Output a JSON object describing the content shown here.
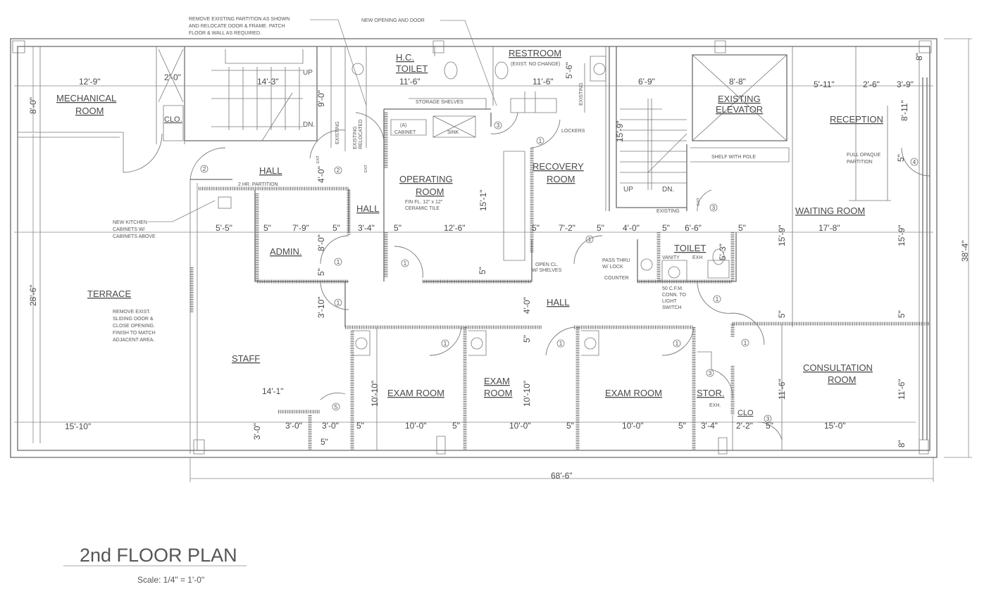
{
  "title": "2nd FLOOR PLAN",
  "scale": "Scale: 1/4\" = 1'-0\"",
  "rooms": {
    "mechanical_1": "MECHANICAL",
    "mechanical_2": "ROOM",
    "clo": "CLO.",
    "hall_1": "HALL",
    "hall_2": "HALL",
    "hall_3": "HALL",
    "hc_toilet_1": "H.C.",
    "hc_toilet_2": "TOILET",
    "restroom": "RESTROOM",
    "operating_1": "OPERATING",
    "operating_2": "ROOM",
    "recovery_1": "RECOVERY",
    "recovery_2": "ROOM",
    "elevator_1": "EXISTING",
    "elevator_2": "ELEVATOR",
    "reception": "RECEPTION",
    "waiting": "WAITING ROOM",
    "admin": "ADMIN.",
    "toilet": "TOILET",
    "terrace": "TERRACE",
    "staff": "STAFF",
    "exam_1": "EXAM ROOM",
    "exam_2a": "EXAM",
    "exam_2b": "ROOM",
    "exam_3": "EXAM ROOM",
    "stor": "STOR.",
    "clo_2": "CLO",
    "consultation_1": "CONSULTATION",
    "consultation_2": "ROOM"
  },
  "notes": {
    "remove_partition": [
      "REMOVE EXISTING PARTITION AS SHOWN",
      "AND RELOCATE DOOR & FRAME. PATCH",
      "FLOOR & WALL AS REQUIRED."
    ],
    "new_opening": "NEW OPENING AND DOOR",
    "restroom_exist": "(EXIST. NO CHANGE)",
    "kitchen": [
      "NEW KITCHEN",
      "CABINETS W/",
      "CABINETS ABOVE"
    ],
    "sliding_door": [
      "REMOVE EXIST.",
      "SLIDING DOOR &",
      "CLOSE OPENING.",
      "FINISH TO MATCH",
      "ADJACENT AREA."
    ],
    "floor_finish": [
      "FIN FL. 12\" x 12\"",
      "CERAMIC TILE"
    ],
    "storage_shelves": "STORAGE SHELVES",
    "cabinet_tag": "(A)",
    "cabinet": "CABINET",
    "sink": "SINK",
    "lockers": "LOCKERS",
    "shelf_pole": "SHELF WITH POLE",
    "opaque_partition": [
      "FULL OPAQUE",
      "PARTITION"
    ],
    "open_closet": [
      "OPEN CL.",
      "W/ SHELVES"
    ],
    "pass_thru": [
      "PASS THRU",
      "W/ LOCK"
    ],
    "counter": "COUNTER",
    "vanity": "VANITY",
    "exh": "EXH",
    "exh_2": "EXH.",
    "fan": [
      "50 C.F.M.",
      "CONN. TO",
      "LIGHT",
      "SWITCH"
    ],
    "existing": "EXISTING",
    "existing_relocated": [
      "EXISTING",
      "RELOCATED"
    ],
    "two_hr": "2 HR. PARTITION",
    "up": "UP",
    "dn": "DN.",
    "exit": "EXIT"
  },
  "dims": [
    "12'-9\"",
    "8'-0\"",
    "2'-0\"",
    "14'-3\"",
    "9'-0\"",
    "11'-6\"",
    "11'-6\"",
    "5'-6\"",
    "6'-9\"",
    "8'-8\"",
    "5'-11\"",
    "2'-6\"",
    "3'-9\"",
    "8\"",
    "8'-11\"",
    "15'-9\"",
    "15'-1\"",
    "4'-0\"",
    "5\"",
    "5'-5\"",
    "5\"",
    "7'-9\"",
    "5\"",
    "3'-4\"",
    "5\"",
    "12'-6\"",
    "5\"",
    "7'-2\"",
    "5\"",
    "4'-0\"",
    "5\"",
    "6'-6\"",
    "5\"",
    "17'-8\"",
    "8'-0\"",
    "5\"",
    "3'-10\"",
    "5\"",
    "15'-9\"",
    "15'-9\"",
    "5'-3\"",
    "4'-0\"",
    "5\"",
    "5\"",
    "5\"",
    "28'-6\"",
    "10'-10\"",
    "10'-10\"",
    "11'-6\"",
    "11'-6\"",
    "14'-1\"",
    "15'-10\"",
    "3'-0\"",
    "3'-0\"",
    "5\"",
    "10'-0\"",
    "5\"",
    "10'-0\"",
    "5\"",
    "10'-0\"",
    "5\"",
    "3'-4\"",
    "2'-2\"",
    "5\"",
    "15'-0\"",
    "5\"",
    "3'-0\"",
    "8\"",
    "38'-4\"",
    "68'-6\""
  ],
  "door_tags": [
    "2",
    "2",
    "3",
    "1",
    "1",
    "1",
    "1",
    "1",
    "1",
    "1",
    "1",
    "1",
    "3",
    "3",
    "4",
    "5",
    "3",
    "1"
  ]
}
